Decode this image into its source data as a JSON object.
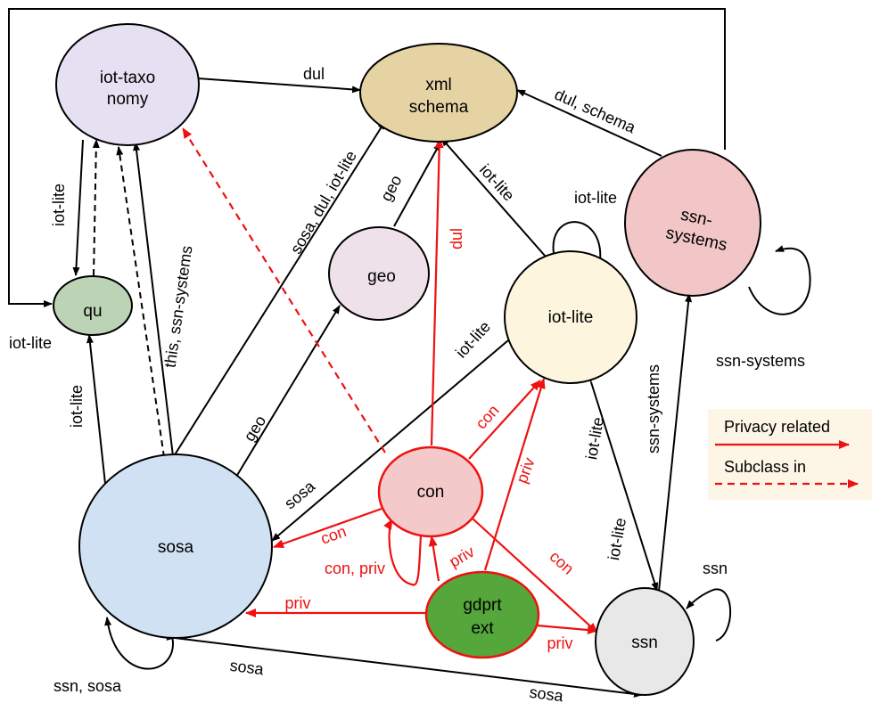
{
  "nodes": {
    "iot_taxonomy": {
      "line1": "iot-taxo",
      "line2": "nomy",
      "color": "#e6e1f2"
    },
    "xml_schema": {
      "line1": "xml",
      "line2": "schema",
      "color": "#e5d3a3"
    },
    "ssn_systems": {
      "line1": "ssn-",
      "line2": "systems",
      "color": "#f2c6c6"
    },
    "geo": {
      "label": "geo",
      "color": "#efe1ea"
    },
    "qu": {
      "label": "qu",
      "color": "#bcd3b5"
    },
    "iot_lite": {
      "label": "iot-lite",
      "color": "#fdf5dd"
    },
    "con": {
      "label": "con",
      "color": "#f3c9c9"
    },
    "sosa": {
      "label": "sosa",
      "color": "#cfe1f2"
    },
    "gdprt_ext": {
      "line1": "gdprt",
      "line2": "ext",
      "color": "#55a63b"
    },
    "ssn": {
      "label": "ssn",
      "color": "#e8e8e8"
    }
  },
  "edge_labels": {
    "dul": "dul",
    "dul_schema": "dul, schema",
    "iot_lite_qu_left": "iot-lite",
    "iot_lite_outside": "iot-lite",
    "this_ssn_systems": "this, ssn-systems",
    "sosa_dul_iot_lite": "sosa, dul, iot-lite",
    "geo_xml": "geo",
    "dul_red": "dul",
    "iot_lite_xml": "iot-lite",
    "iot_lite_self": "iot-lite",
    "ssn_systems_self": "ssn-systems",
    "iot_lite_sosa_qu": "iot-lite",
    "geo_sosa": "geo",
    "iot_lite_sosa": "iot-lite",
    "sosa_con": "sosa",
    "con_sosa": "con",
    "con_iotlite": "con",
    "priv_iotlite": "priv",
    "ssn_systems_vertical": "ssn-systems",
    "iot_lite_ssn_1": "iot-lite",
    "iot_lite_ssn_2": "iot-lite",
    "con_priv": "con, priv",
    "priv_con": "priv",
    "con_ssn": "con",
    "ssn_self": "ssn",
    "priv_sosa": "priv",
    "priv_ssn": "priv",
    "ssn_sosa_self": "ssn, sosa",
    "sosa_bottom_1": "sosa",
    "sosa_bottom_2": "sosa"
  },
  "legend": {
    "privacy_related": "Privacy related",
    "subclass_in": "Subclass in"
  },
  "colors": {
    "edge": "#000000",
    "privacy": "#ee1111",
    "legend_bg": "#fdf6e6"
  }
}
